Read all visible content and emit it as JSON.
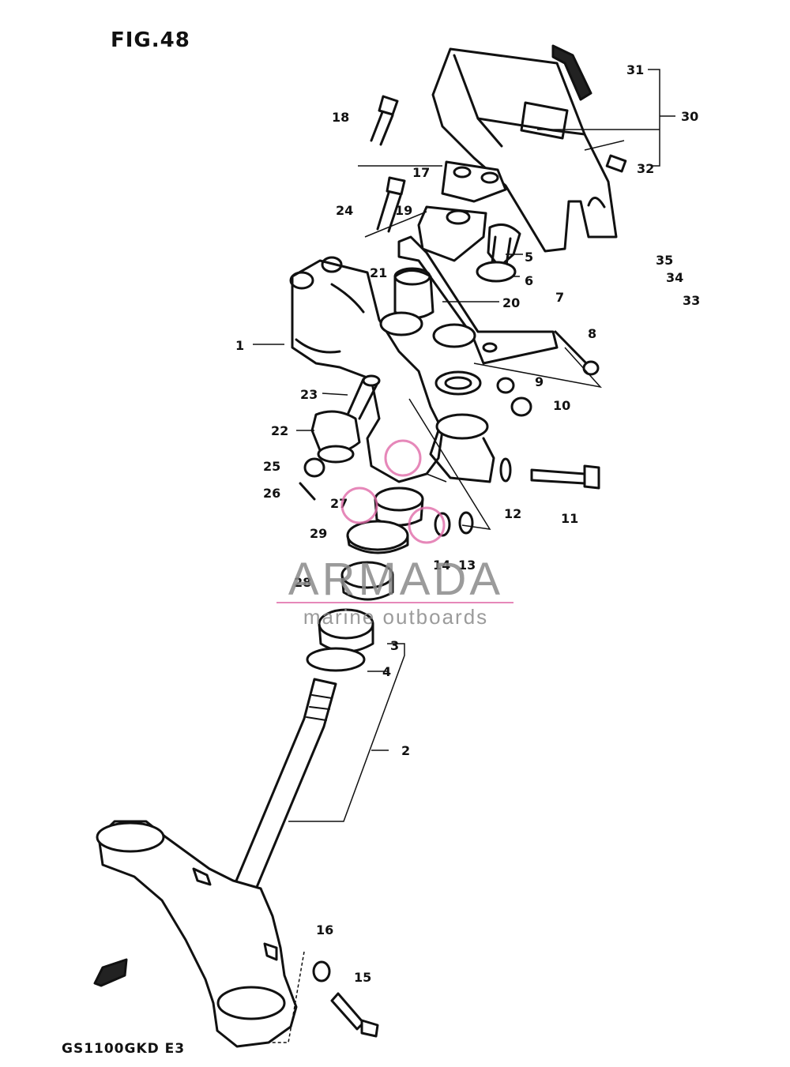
{
  "figure": {
    "title": "FIG.48",
    "model_code": "GS1100GKD E3"
  },
  "watermark": {
    "brand": "ARMADA",
    "tagline": "marine outboards",
    "accent_color": "#e06aa8"
  },
  "callouts": [
    "1",
    "2",
    "3",
    "4",
    "5",
    "6",
    "7",
    "8",
    "9",
    "10",
    "11",
    "12",
    "13",
    "14",
    "15",
    "16",
    "17",
    "18",
    "19",
    "20",
    "21",
    "22",
    "23",
    "24",
    "25",
    "26",
    "27",
    "28",
    "29",
    "30",
    "31",
    "32",
    "33",
    "34",
    "35"
  ]
}
